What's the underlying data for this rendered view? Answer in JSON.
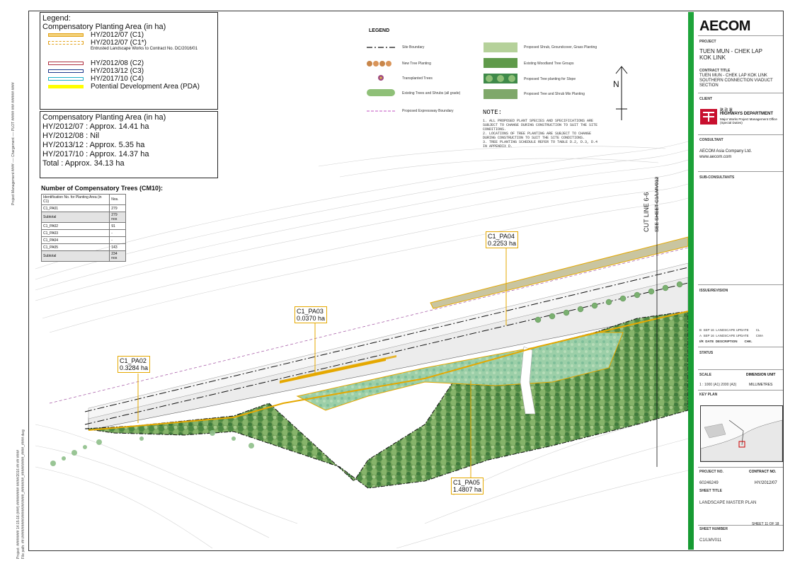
{
  "left_strip": [
    "Project Management #### ---- Chargement ---- PLOT ##### ### ###### ####",
    "Project: ######## 14:15-16 (###) ######### ##/##/2016 ##:## ####",
    "File path: ##:/####/#####/#####/##/####_#####/##_#####/####_####_####.dwg"
  ],
  "legend1": {
    "title": "Legend:",
    "subtitle": "Compensatory Planting Area (in ha)",
    "items": [
      {
        "label": "HY/2012/07 (C1)",
        "color": "#e2a21a",
        "style": "fill"
      },
      {
        "label": "HY/2012/07 (C1*)",
        "color": "#e2a21a",
        "style": "dashed"
      },
      {
        "label": "Entrusted Landscape Works to Contract No. DC/2016/01",
        "color": "#ffffff",
        "style": "none"
      },
      {
        "label": "HY/2012/08 (C2)",
        "color": "#b03040",
        "style": "outline"
      },
      {
        "label": "HY/2013/12 (C3)",
        "color": "#1f3a8c",
        "style": "outline"
      },
      {
        "label": "HY/2017/10 (C4)",
        "color": "#1eb0c8",
        "style": "outline"
      },
      {
        "label": "Potential Development Area (PDA)",
        "color": "#ffff00",
        "style": "fill"
      }
    ]
  },
  "area_summary": {
    "title": "Compensatory Planting Area (in ha)",
    "lines": [
      "HY/2012/07 : Approx. 14.41 ha",
      "HY/2012/08 : Nil",
      "HY/2013/12 : Approx. 5.35 ha",
      "HY/2017/10 : Approx. 14.37 ha",
      "Total : Approx. 34.13 ha"
    ]
  },
  "trees_table": {
    "title": "Number of Compensatory Trees (CM10):",
    "header": [
      "Identification No. for Planting Area (in C1)",
      "Nos."
    ],
    "rows": [
      {
        "id": "C1_PA01",
        "nos": "279",
        "subtotal": false
      },
      {
        "id": "Subtotal",
        "nos": "279 nos",
        "subtotal": true
      },
      {
        "id": "C1_PA02",
        "nos": "91",
        "subtotal": false
      },
      {
        "id": "C1_PA03",
        "nos": "-",
        "subtotal": false
      },
      {
        "id": "C1_PA04",
        "nos": "-",
        "subtotal": false
      },
      {
        "id": "C1_PA05",
        "nos": "143",
        "subtotal": false
      },
      {
        "id": "Subtotal",
        "nos": "234 nos",
        "subtotal": true
      }
    ]
  },
  "legend2": {
    "title": "LEGEND",
    "left": [
      "Site Boundary",
      "New Tree Planting",
      "Transplanted Trees",
      "Existing Trees and Shrubs (all grade)",
      "Proposed Expressway Boundary"
    ],
    "right": [
      "Proposed Shrub, Groundcover, Grass Planting",
      "Existing Woodland Tree Groups",
      "Proposed Tree planting for Slope",
      "Proposed Tree and Shrub Mix Planting"
    ]
  },
  "notes": {
    "title": "NOTE:",
    "items": [
      "1. ALL PROPOSED PLANT SPECIES AND SPECIFICATIONS ARE SUBJECT TO CHANGE DURING CONSTRUCTION TO SUIT THE SITE CONDITIONS.",
      "2. LOCATIONS OF TREE PLANTING ARE SUBJECT TO CHANGE DURING CONSTRUCTION TO SUIT THE SITE CONDITIONS.",
      "3. TREE PLANTING SCHEDULE REFER TO TABLE D.2, D.3, D.4 IN APPENDIX D."
    ]
  },
  "map_labels": {
    "north": "N",
    "cut_line": "CUT LINE 6-6",
    "see_sheet": "SEE SHEET C1/LMV012",
    "callouts": [
      {
        "id": "C1_PA02",
        "area": "0.3284 ha"
      },
      {
        "id": "C1_PA03",
        "area": "0.0370 ha"
      },
      {
        "id": "C1_PA04",
        "area": "0.2253 ha"
      },
      {
        "id": "C1_PA05",
        "area": "1.4807 ha"
      }
    ]
  },
  "title_block": {
    "logo": "AECOM",
    "project_label": "PROJECT",
    "project": "TUEN MUN - CHEK LAP KOK LINK",
    "contract_title_label": "CONTRACT TITLE",
    "contract_title": "TUEN MUN - CHEK LAP KOK LINK SOUTHERN CONNECTION VIADUCT SECTION",
    "client_label": "CLIENT",
    "client_cn": "路 政 署",
    "client": "HIGHWAYS DEPARTMENT",
    "client_sub": "Major Works Project Management Office (Special Duties)",
    "consultant_label": "CONSULTANT",
    "consultant": "AECOM Asia Company Ltd.",
    "consultant_web": "www.aecom.com",
    "subconsultants_label": "SUB-CONSULTANTS",
    "issue_label": "ISSUE/REVISION",
    "revisions": [
      {
        "rev": "B",
        "date": "SEP 16",
        "desc": "LANDSCAPE UPDATE",
        "chk": "CL"
      },
      {
        "rev": "A",
        "date": "SEP 16",
        "desc": "LANDSCAPE UPDATE",
        "chk": "CWA"
      },
      {
        "rev": "I/R",
        "date": "DATE",
        "desc": "DESCRIPTION",
        "chk": "CHK."
      }
    ],
    "status_label": "STATUS",
    "scale_label": "SCALE",
    "scale": "1 : 1000 (A1) 2000 (A3)",
    "dimension_label": "DIMENSION UNIT",
    "dimension": "MILLIMETRES",
    "keyplan_label": "KEY PLAN",
    "project_no_label": "PROJECT NO.",
    "project_no": "60246249",
    "contract_no_label": "CONTRACT NO.",
    "contract_no": "HY/2012/07",
    "sheet_title_label": "SHEET TITLE",
    "sheet_title": "LANDSCAPE MASTER PLAN",
    "sheet_of": "SHEET 11 OF 18",
    "sheet_number_label": "SHEET NUMBER",
    "sheet_number": "C1/LMV011"
  },
  "colors": {
    "brand_green": "#1ea43a",
    "planting_orange": "#e5a800",
    "woodland": "#5f9a4a"
  }
}
